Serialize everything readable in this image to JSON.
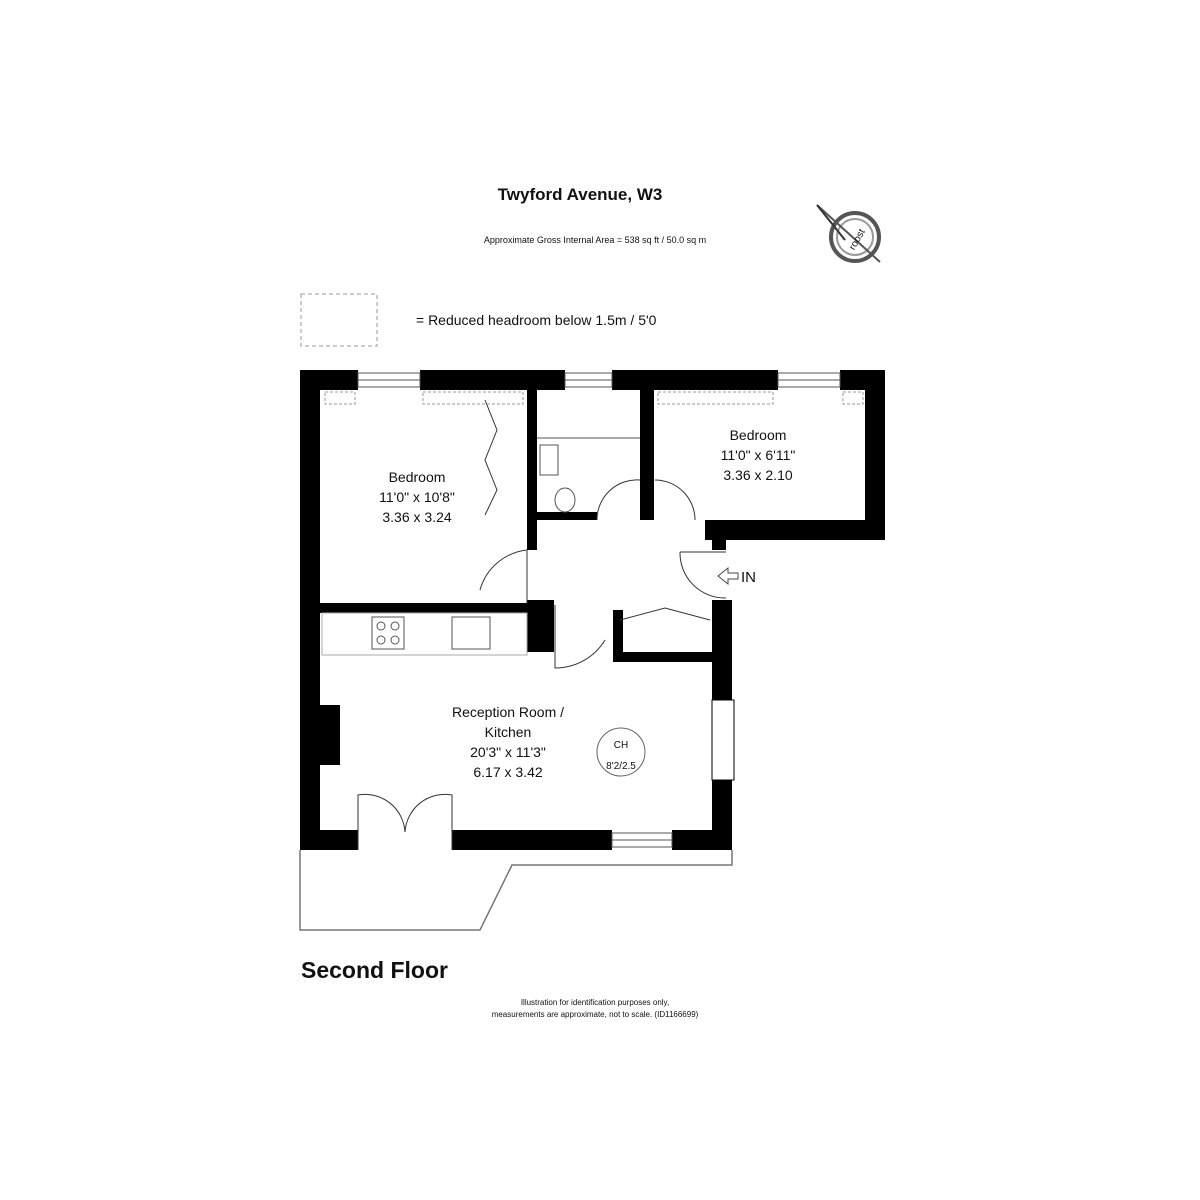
{
  "header": {
    "title": "Twyford Avenue, W3",
    "area": "Approximate Gross Internal Area =  538 sq ft / 50.0 sq m",
    "logo_text": "roost"
  },
  "legend": {
    "label": "= Reduced headroom below 1.5m / 5'0"
  },
  "rooms": [
    {
      "name": "Bedroom",
      "imperial": "11'0\" x 10'8\"",
      "metric": "3.36 x 3.24"
    },
    {
      "name": "Bedroom",
      "imperial": "11'0\" x 6'11\"",
      "metric": "3.36 x 2.10"
    },
    {
      "name_line1": "Reception Room /",
      "name_line2": "Kitchen",
      "imperial": "20'3\" x 11'3\"",
      "metric": "6.17 x 3.42"
    }
  ],
  "ceiling_height": {
    "label": "CH",
    "value": "8'2/2.5"
  },
  "entrance": "IN",
  "floor_label": "Second Floor",
  "disclaimer": {
    "line1": "Illustration for identification purposes only,",
    "line2": "measurements are approximate, not to scale. (ID1166699)"
  }
}
